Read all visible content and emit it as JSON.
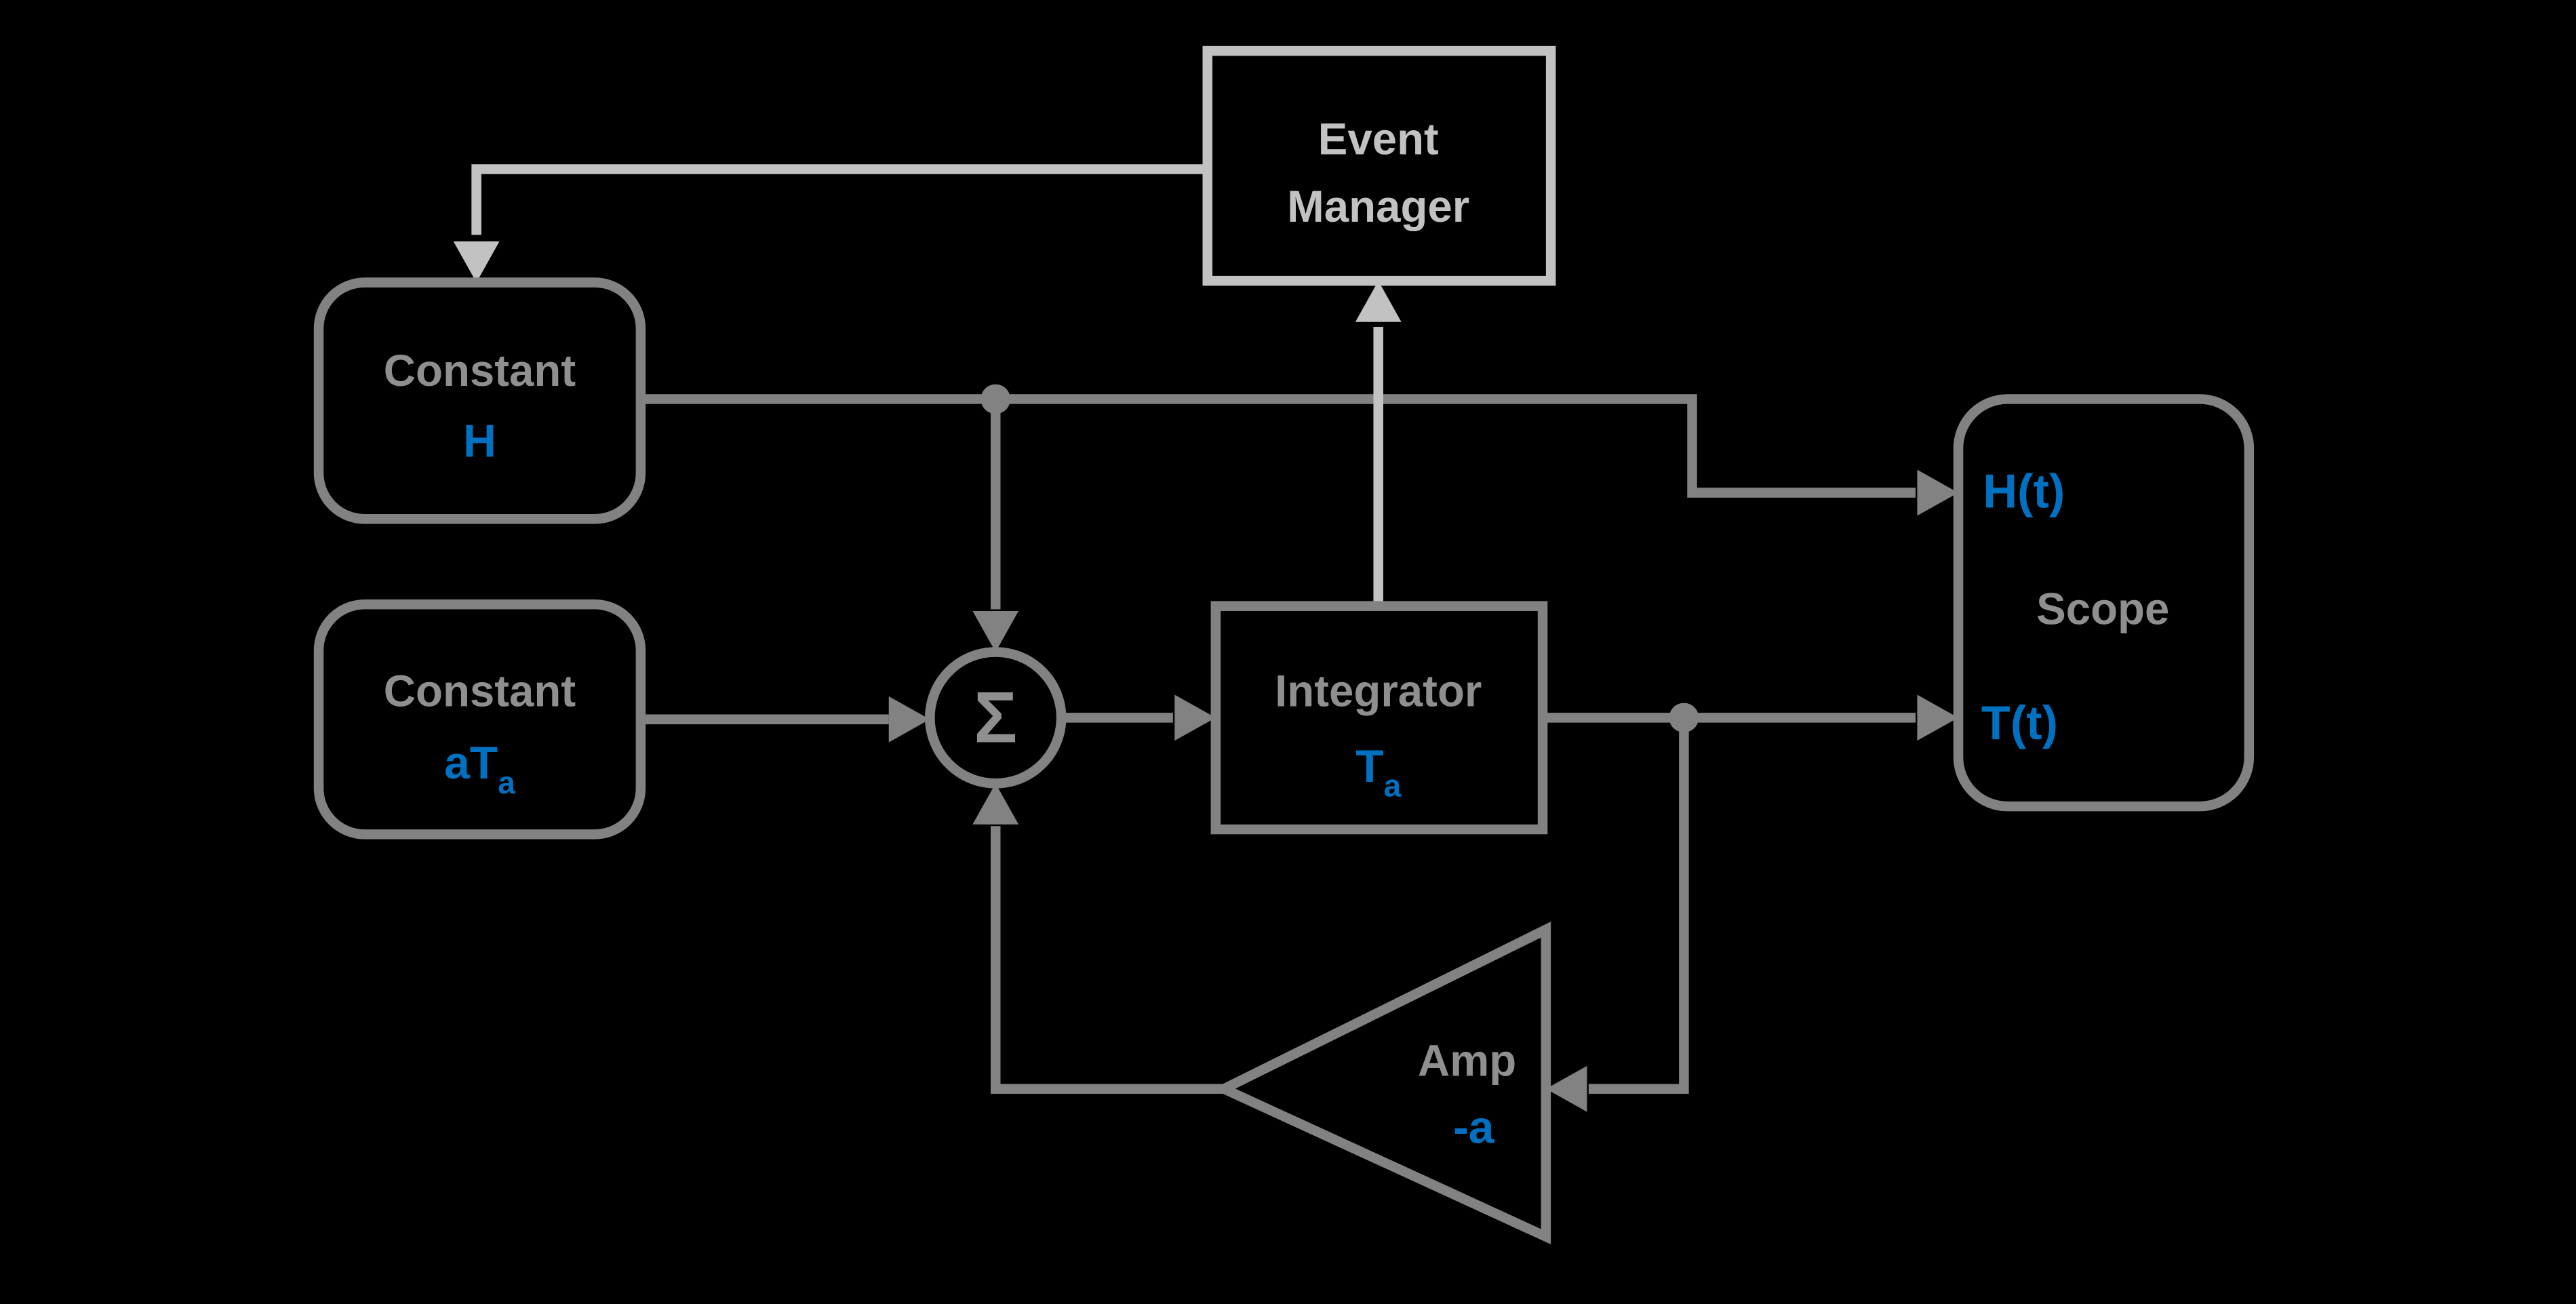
{
  "colors": {
    "background": "#000000",
    "gray": "#828282",
    "gray_text": "#8f8f8f",
    "light_gray": "#c2c2c2",
    "blue": "#0070c0"
  },
  "blocks": {
    "event_manager": {
      "line1": "Event",
      "line2": "Manager"
    },
    "constant_h": {
      "label": "Constant",
      "value": "H"
    },
    "constant_ata": {
      "label": "Constant",
      "value_main": "aT",
      "value_sub": "a"
    },
    "sum": {
      "symbol": "Σ"
    },
    "integrator": {
      "label": "Integrator",
      "value_main": "T",
      "value_sub": "a"
    },
    "scope": {
      "input_top": "H(t)",
      "label": "Scope",
      "input_bottom": "T(t)"
    },
    "amp": {
      "label": "Amp",
      "value": "-a"
    }
  }
}
